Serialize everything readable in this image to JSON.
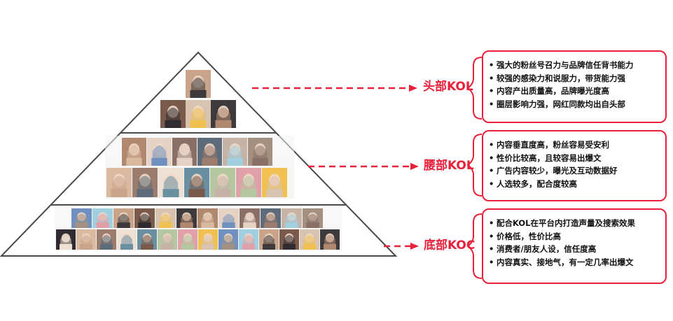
{
  "tiers": [
    {
      "label": "头部KOL",
      "points": [
        "强大的粉丝号召力与品牌信任背书能力",
        "较强的感染力和说服力，带货能力强",
        "内容产出质量高，品牌曝光度高",
        "圈层影响力强，网红同款均出自头部"
      ]
    },
    {
      "label": "腰部KOL",
      "points": [
        "内容垂直度高，粉丝容易受安利",
        "性价比较高，且较容易出爆文",
        "广告内容较少，曝光及互动数据好",
        "人选较多，配合度较高"
      ]
    },
    {
      "label": "底部KOC",
      "points": [
        "配合KOL在平台内打造声量及搜索效果",
        "价格低，性价比高",
        "消费者/朋友人设，信任度高",
        "内容真实、接地气，有一定几率出爆文"
      ]
    }
  ],
  "colors": {
    "accent": "#e8203a",
    "pyramid_stroke": "#4a4a4a",
    "pyramid_fill": "#ffffff"
  }
}
